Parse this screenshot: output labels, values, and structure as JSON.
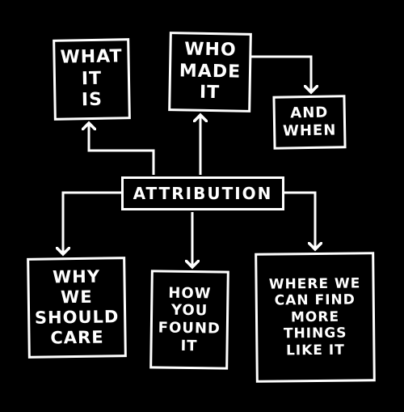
{
  "diagram": {
    "center": {
      "label": "ATTRIBUTION"
    },
    "nodes": {
      "what_it_is": {
        "lines": [
          "WHAT",
          "IT",
          "IS"
        ]
      },
      "who_made_it": {
        "lines": [
          "WHO",
          "MADE",
          "IT"
        ]
      },
      "and_when": {
        "lines": [
          "AND",
          "WHEN"
        ]
      },
      "why_we_should_care": {
        "lines": [
          "WHY",
          "WE",
          "SHOULD",
          "CARE"
        ]
      },
      "how_you_found_it": {
        "lines": [
          "HOW",
          "YOU",
          "FOUND",
          "IT"
        ]
      },
      "where_find_more": {
        "lines": [
          "WHERE WE",
          "CAN FIND",
          "MORE",
          "THINGS",
          "LIKE IT"
        ]
      }
    },
    "colors": {
      "background": "#000000",
      "ink": "#ffffff"
    }
  }
}
